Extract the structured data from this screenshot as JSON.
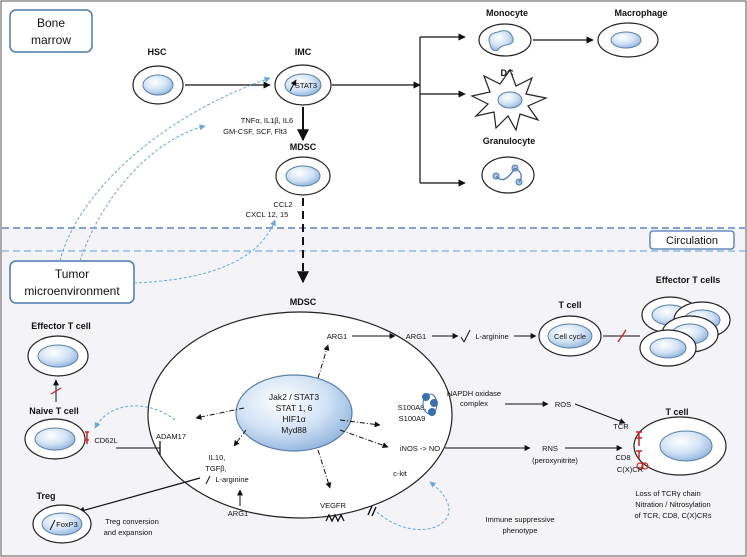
{
  "boxes": {
    "bone_marrow_line1": "Bone",
    "bone_marrow_line2": "marrow",
    "circulation": "Circulation",
    "tumor_line1": "Tumor",
    "tumor_line2": "microenvironment"
  },
  "cells": {
    "hsc": "HSC",
    "imc": "IMC",
    "stat3": "STAT3",
    "mdsc_top": "MDSC",
    "monocyte": "Monocyte",
    "macrophage": "Macrophage",
    "dc": "DC",
    "granulocyte": "Granulocyte",
    "mdsc_main": "MDSC",
    "effector_t_cell": "Effector T cell",
    "naive_t_cell": "Naive T cell",
    "treg": "Treg",
    "foxp3": "FoxP3",
    "t_cell_top": "T cell",
    "cell_cycle": "Cell cycle",
    "effector_t_cells": "Effector T cells",
    "t_cell_right": "T cell"
  },
  "signals": {
    "cytokines_line1": "TNFα, IL1β, IL6",
    "cytokines_line2": "GM-CSF, SCF, Flt3",
    "ccl2": "CCL2",
    "cxcl": "CXCL 12, 15",
    "core_line1": "Jak2 / STAT3",
    "core_line2": "STAT 1, 6",
    "core_line3": "HIF1α",
    "core_line4": "Myd88",
    "arg1_inner": "ARG1",
    "arg1_outer": "ARG1",
    "l_arginine": "L-arginine",
    "s100a8": "S100A8,",
    "s100a9": "S100A9",
    "nadph_line1": "NAPDH oxidase",
    "nadph_line2": "complex",
    "ros": "ROS",
    "inos": "iNOS -> NO",
    "rns": "RNS",
    "peroxynitrite": "(peroxynitrite)",
    "tcr": "TCR",
    "cd8": "CD8",
    "cxcr": "C(X)CR",
    "loss_line1": "Loss of TCRγ chain",
    "loss_line2": "Nitration / Nitrosylation",
    "loss_line3": "of TCR, CD8, C(X)CRs",
    "cd62l": "CD62L",
    "adam17": "ADAM17",
    "il10": "IL10,",
    "tgfb": "TGFβ,",
    "l_arginine_inner": "L-arginine",
    "arg1_bottom": "ARG1",
    "treg_conv_line1": "Treg conversion",
    "treg_conv_line2": "and expansion",
    "vegfr": "VEGFR",
    "ckit": "c-kit",
    "immune_line1": "Immune suppressive",
    "immune_line2": "phenotype"
  },
  "colors": {
    "nucleus_fill": "#c9dcf3",
    "nucleus_stroke": "#5a7fa8",
    "dashed_blue": "#6aa6d8",
    "box_stroke": "#4a78b0",
    "lower_bg": "#f3f3f8",
    "red_block": "#cc2222"
  }
}
